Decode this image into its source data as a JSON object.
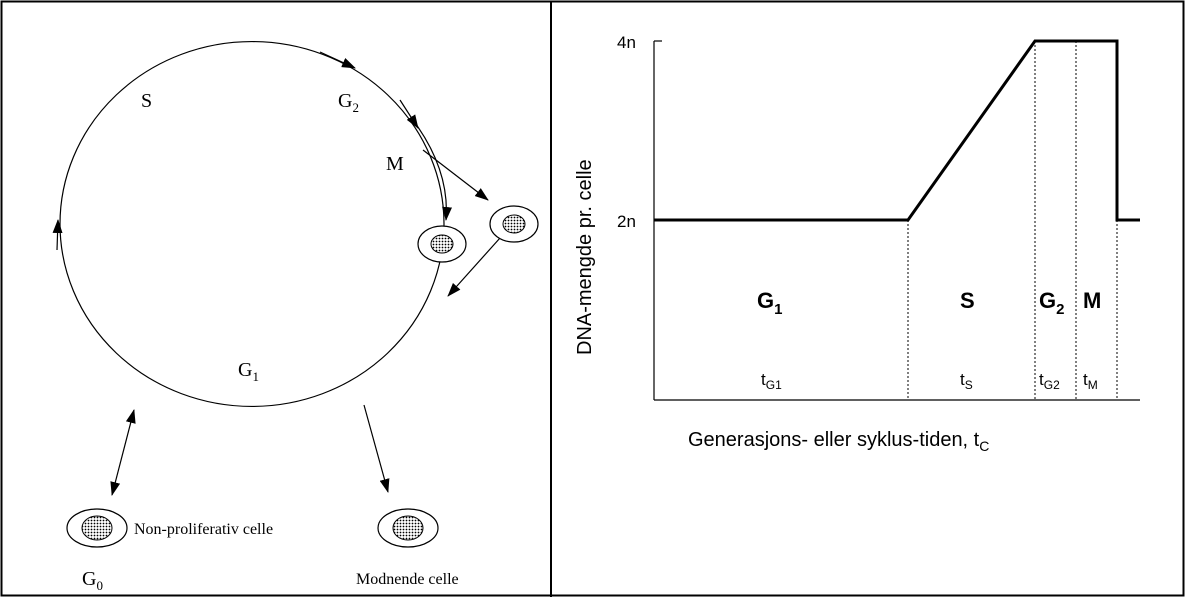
{
  "cycle_diagram": {
    "phase_s": "S",
    "phase_g2": "G",
    "phase_g2_sub": "2",
    "phase_m": "M",
    "phase_g1": "G",
    "phase_g1_sub": "1",
    "phase_g0": "G",
    "phase_g0_sub": "0",
    "non_proliferative_label": "Non-proliferativ celle",
    "maturing_label": "Modnende celle"
  },
  "dna_chart": {
    "y_axis_label": "DNA-mengde pr. celle",
    "y_tick_4n": "4n",
    "y_tick_2n": "2n",
    "x_axis_label": "Generasjons- eller syklus-tiden, t",
    "x_axis_label_sub": "C",
    "phase_g1": "G",
    "phase_g1_sub": "1",
    "phase_s": "S",
    "phase_g2": "G",
    "phase_g2_sub": "2",
    "phase_m": "M",
    "t_g1": "t",
    "t_g1_sub": "G1",
    "t_s": "t",
    "t_s_sub": "S",
    "t_g2": "t",
    "t_g2_sub": "G2",
    "t_m": "t",
    "t_m_sub": "M"
  },
  "chart_data": {
    "type": "line",
    "ylabel": "DNA-mengde pr. celle",
    "xlabel": "Generasjons- eller syklus-tiden, tC",
    "y_ticks": [
      "2n",
      "4n"
    ],
    "phases": [
      "G1",
      "S",
      "G2",
      "M"
    ],
    "durations": [
      "tG1",
      "tS",
      "tG2",
      "tM"
    ],
    "dna_by_phase": {
      "G1": "2n",
      "S": "2n → 4n",
      "G2": "4n",
      "M": "4n → 2n"
    }
  }
}
